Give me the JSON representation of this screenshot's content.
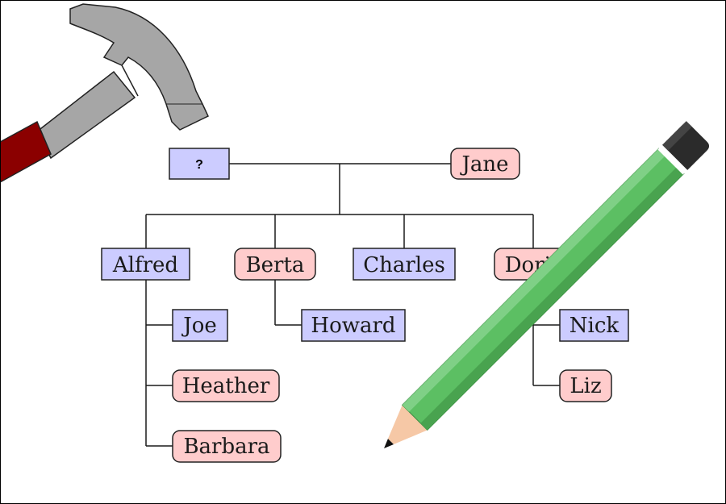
{
  "diagram": {
    "root": {
      "unknown": "?",
      "spouse": "Jane"
    },
    "children": [
      {
        "name": "Alfred",
        "gender": "male",
        "children": [
          {
            "name": "Joe",
            "gender": "male"
          },
          {
            "name": "Heather",
            "gender": "female"
          },
          {
            "name": "Barbara",
            "gender": "female"
          }
        ]
      },
      {
        "name": "Berta",
        "gender": "female",
        "children": [
          {
            "name": "Howard",
            "gender": "male"
          }
        ]
      },
      {
        "name": "Charles",
        "gender": "male",
        "children": []
      },
      {
        "name": "Doris",
        "gender": "female",
        "children": [
          {
            "name": "Nick",
            "gender": "male"
          },
          {
            "name": "Liz",
            "gender": "female"
          }
        ]
      }
    ]
  },
  "colors": {
    "male_fill": "#ccccff",
    "female_fill": "#ffcccc",
    "edge": "#1a1a1a",
    "hammer_head": "#a6a6a6",
    "hammer_handle": "#8b0000",
    "pencil_body": "#5cbf63",
    "pencil_eraser": "#2b2b2b",
    "pencil_wood": "#f6c8a6"
  },
  "icons": [
    "hammer-icon",
    "pencil-icon"
  ]
}
